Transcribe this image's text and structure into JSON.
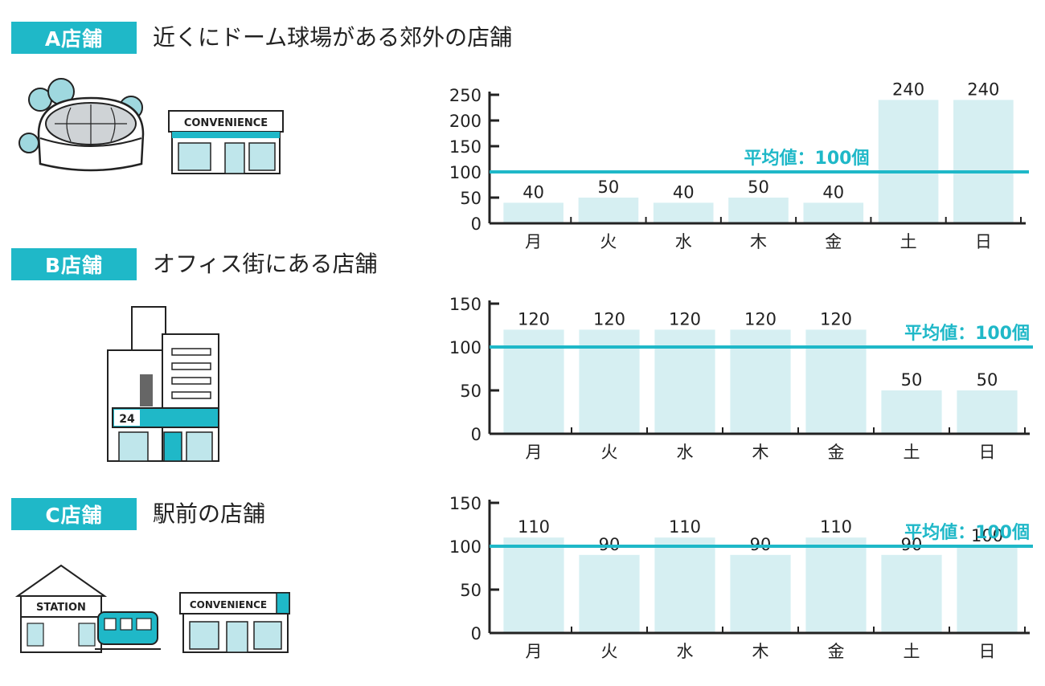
{
  "stores": [
    {
      "badge": "A店舗",
      "description": "近くにドーム球場がある郊外の店舗",
      "illustration_labels": [
        "CONVENIENCE"
      ]
    },
    {
      "badge": "B店舗",
      "description": "オフィス街にある店舗",
      "illustration_labels": [
        "24"
      ]
    },
    {
      "badge": "C店舗",
      "description": "駅前の店舗",
      "illustration_labels": [
        "STATION",
        "CONVENIENCE"
      ]
    }
  ],
  "colors": {
    "accent": "#1fb8c8",
    "bar": "#d6eff2",
    "axis": "#222222"
  },
  "chart_data": [
    {
      "type": "bar",
      "categories": [
        "月",
        "火",
        "水",
        "木",
        "金",
        "土",
        "日"
      ],
      "values": [
        40,
        50,
        40,
        50,
        40,
        240,
        240
      ],
      "yticks": [
        0,
        50,
        100,
        150,
        200,
        250
      ],
      "ylim": [
        0,
        250
      ],
      "reference_line": {
        "value": 100,
        "label": "平均値：100個"
      }
    },
    {
      "type": "bar",
      "categories": [
        "月",
        "火",
        "水",
        "木",
        "金",
        "土",
        "日"
      ],
      "values": [
        120,
        120,
        120,
        120,
        120,
        50,
        50
      ],
      "yticks": [
        0,
        50,
        100,
        150
      ],
      "ylim": [
        0,
        150
      ],
      "reference_line": {
        "value": 100,
        "label": "平均値：100個"
      }
    },
    {
      "type": "bar",
      "categories": [
        "月",
        "火",
        "水",
        "木",
        "金",
        "土",
        "日"
      ],
      "values": [
        110,
        90,
        110,
        90,
        110,
        90,
        100
      ],
      "yticks": [
        0,
        50,
        100,
        150
      ],
      "ylim": [
        0,
        150
      ],
      "reference_line": {
        "value": 100,
        "label": "平均値：100個"
      }
    }
  ]
}
